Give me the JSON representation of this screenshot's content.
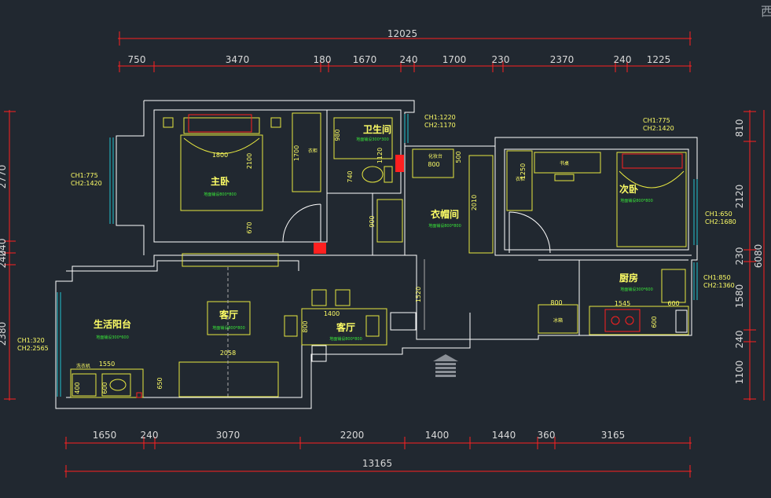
{
  "corner_label": "西",
  "dims": {
    "total_top": "12025",
    "top": [
      "750",
      "3470",
      "180",
      "1670",
      "240",
      "1700",
      "230",
      "2370",
      "240",
      "1225"
    ],
    "bottom": [
      "1650",
      "240",
      "3070",
      "2200",
      "1400",
      "1440",
      "360",
      "3165"
    ],
    "total_bottom": "13165",
    "right": [
      "810",
      "2120",
      "230",
      "1580",
      "240",
      "1100"
    ],
    "right_total": "6080",
    "left": [
      "2770",
      "240",
      "240",
      "2380"
    ]
  },
  "rooms": {
    "master": "主卧",
    "bath": "卫生间",
    "closet": "衣帽间",
    "second": "次卧",
    "kitchen": "厨房",
    "living": "客厅",
    "dining": "客厅",
    "balcony": "生活阳台"
  },
  "subs": {
    "master": "地面铺设800*800",
    "bath": "地面铺设300*300",
    "closet": "地面铺设800*800",
    "second": "地面铺设800*800",
    "kitchen": "地面铺设300*600",
    "living": "地面铺设800*800",
    "dining": "地面铺设800*800",
    "balcony": "地面铺设300*600"
  },
  "notes": {
    "ch_master": [
      "CH1:775",
      "CH2:1420"
    ],
    "ch_bath": [
      "CH1:1220",
      "CH2:1170"
    ],
    "ch_second_top": [
      "CH1:775",
      "CH2:1420"
    ],
    "ch_second_side": [
      "CH1:650",
      "CH2:1680"
    ],
    "ch_kitchen": [
      "CH1:850",
      "CH2:1360"
    ],
    "ch_balcony": [
      "CH1:320",
      "CH2:2565"
    ]
  },
  "inner": {
    "bed_w": "1800",
    "bed_h": "2100",
    "m670": "670",
    "m1700": "1700",
    "wardrobe": "衣柜",
    "w980": "980",
    "w1120": "1120",
    "w740": "740",
    "w900": "900",
    "vanity": "化妆台",
    "w800a": "800",
    "w500": "500",
    "w2010": "2010",
    "desk": "书桌",
    "w1250": "1250",
    "cab": "衣柜",
    "t1520": "1520",
    "t1400": "1400",
    "t800": "800",
    "sofa_w": "2058",
    "t650": "650",
    "k800": "800",
    "k1545": "1545",
    "k600a": "600",
    "k600b": "600",
    "fridge": "冰箱",
    "b1550": "1550",
    "washer": "洗衣机",
    "b400": "400",
    "b600": "600"
  },
  "colors": {
    "bg": "#212830",
    "dim": "#ff2020",
    "wall": "#ffffff",
    "furniture": "#e8e840",
    "glass": "#22c4d0",
    "label": "#ffff66",
    "sub": "#39e639"
  }
}
